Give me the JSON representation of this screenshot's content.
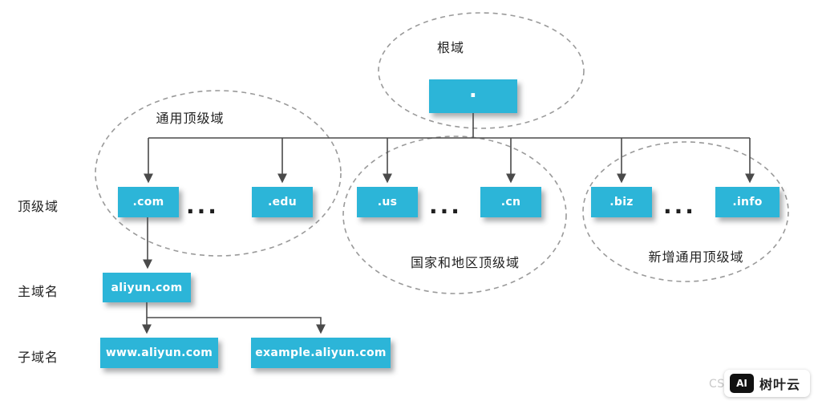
{
  "diagram": {
    "root": {
      "group_label": "根域",
      "node": "."
    },
    "row_labels": {
      "tld": "顶级域",
      "main": "主域名",
      "sub": "子域名"
    },
    "groups": {
      "generic": {
        "label": "通用顶级域",
        "node1": ".com",
        "dots": "...",
        "node2": ".edu"
      },
      "country": {
        "label": "国家和地区顶级域",
        "node1": ".us",
        "dots": "...",
        "node2": ".cn"
      },
      "newgen": {
        "label": "新增通用顶级域",
        "node1": ".biz",
        "dots": "...",
        "node2": ".info"
      }
    },
    "main_domain": {
      "node": "aliyun.com"
    },
    "sub_domains": {
      "node1": "www.aliyun.com",
      "node2": "example.aliyun.com"
    }
  },
  "watermark": {
    "text": "CSDN @lytalei",
    "badge": {
      "logo": "AI",
      "name": "树叶云"
    }
  },
  "colors": {
    "node_bg": "#2cb5d8",
    "line": "#4a4a4a",
    "ellipse": "#9a9a9a"
  }
}
